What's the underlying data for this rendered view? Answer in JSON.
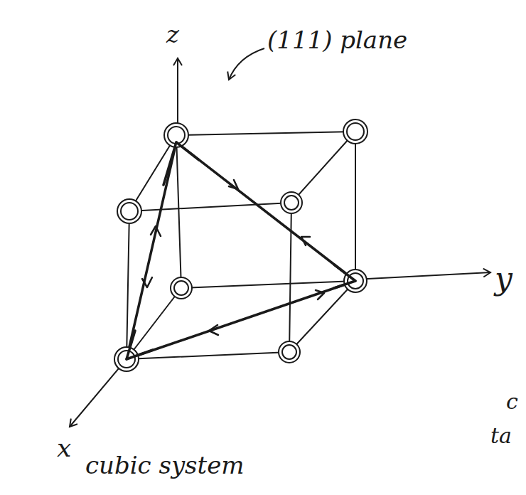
{
  "diagram": {
    "labels": [
      "z",
      "(111) plane",
      "y",
      "x",
      "cubic system",
      "c",
      "ta"
    ]
  }
}
